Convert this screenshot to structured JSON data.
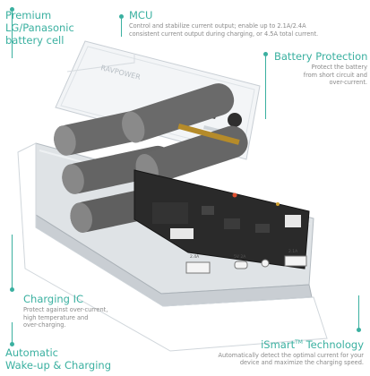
{
  "callouts": {
    "battery_cell": {
      "title_line1": "Premium",
      "title_line2": "LG/Panasonic",
      "title_line3": "battery cell"
    },
    "mcu": {
      "title": "MCU",
      "desc_line1": "Control and stabilize current output; enable up to 2.1A/2.4A",
      "desc_line2": "consistent current output during  charging, or 4.5A total current."
    },
    "battery_protection": {
      "title": "Battery Protection",
      "desc_line1": "Protect the battery",
      "desc_line2": "from short circuit and",
      "desc_line3": "over-current."
    },
    "charging_ic": {
      "title": "Charging IC",
      "desc_line1": "Protect against over-current,",
      "desc_line2": "high temperature and",
      "desc_line3": "over-charging."
    },
    "wakeup": {
      "title_line1": "Automatic",
      "title_line2": "Wake-up & Charging"
    },
    "ismart": {
      "title_pre": "iSmart",
      "title_tm": "TM",
      "title_post": " Technology",
      "desc_line1": "Automatically detect the optimal current for your",
      "desc_line2": "device and maximize the charging speed."
    }
  },
  "device": {
    "brand": "RAVPOWER",
    "ports": {
      "p1": "2.4A",
      "p2": "5V 2A",
      "p3": "2.1A"
    },
    "colors": {
      "accent": "#3ab0a0",
      "battery": "#6a6a6a",
      "pcb": "#2a2a2a"
    }
  }
}
